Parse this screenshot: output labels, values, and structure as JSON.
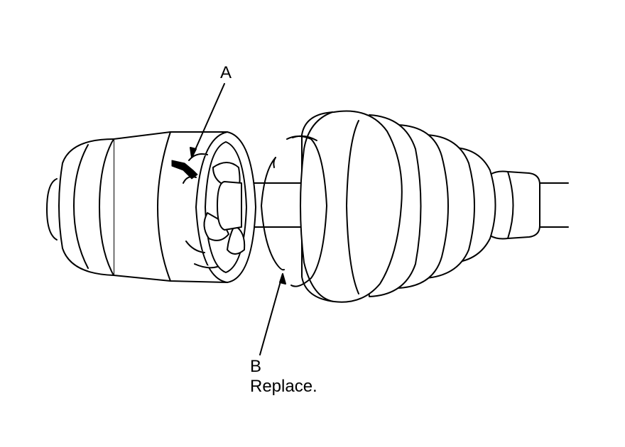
{
  "callouts": {
    "a": {
      "letter": "A"
    },
    "b": {
      "letter": "B",
      "note": "Replace."
    }
  },
  "colors": {
    "line": "#000000",
    "fill": "#ffffff",
    "mark": "#000000"
  }
}
